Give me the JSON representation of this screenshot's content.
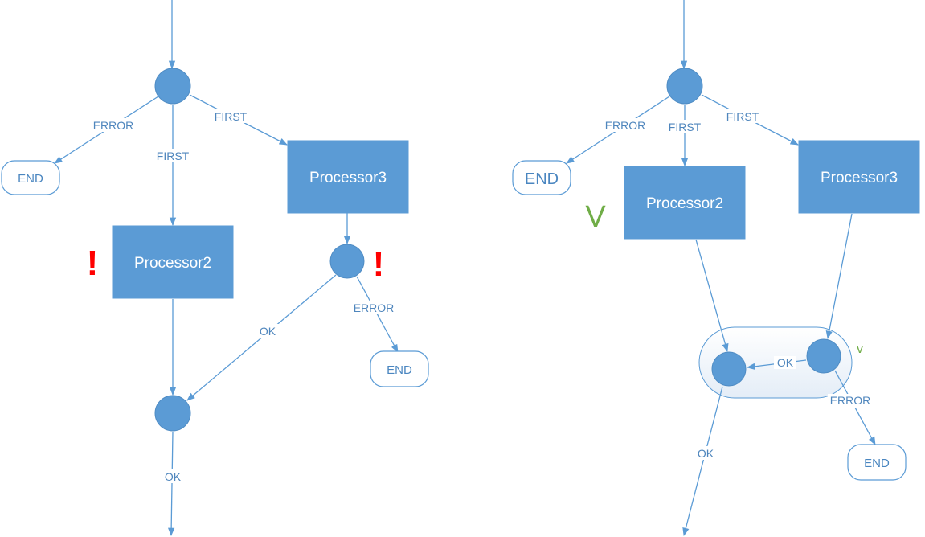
{
  "left": {
    "edges": {
      "error": "ERROR",
      "first_a": "FIRST",
      "first_b": "FIRST",
      "ok_mid": "OK",
      "error2": "ERROR",
      "ok_out": "OK"
    },
    "nodes": {
      "end_a": "END",
      "processor2": "Processor2",
      "processor3": "Processor3",
      "end_b": "END"
    },
    "marks": {
      "warn_a": "!",
      "warn_b": "!"
    }
  },
  "right": {
    "edges": {
      "error": "ERROR",
      "first_a": "FIRST",
      "first_b": "FIRST",
      "ok_mid": "OK",
      "error2": "ERROR",
      "ok_out": "OK"
    },
    "nodes": {
      "end_a": "END",
      "processor2": "Processor2",
      "processor3": "Processor3",
      "end_b": "END"
    },
    "marks": {
      "check_a": "V",
      "check_b": "v"
    }
  },
  "colors": {
    "node": "#5b9bd5",
    "line": "#5b9bd5",
    "warning": "#ff0000",
    "success": "#70ad47"
  }
}
